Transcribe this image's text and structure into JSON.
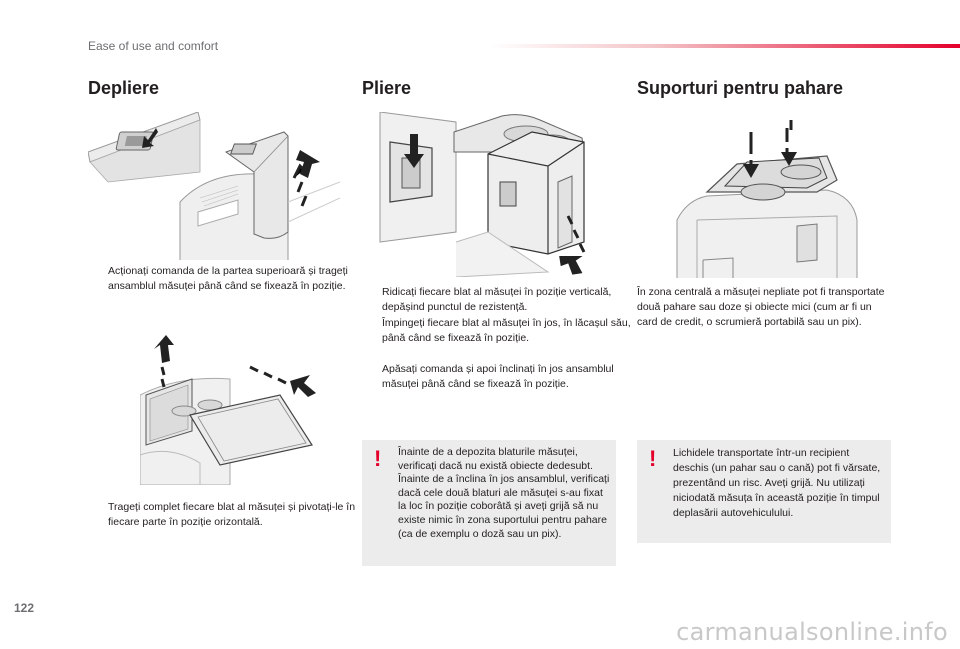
{
  "header": {
    "section_title": "Ease of use and comfort",
    "accent_color": "#e4002b"
  },
  "columns": [
    {
      "title": "Depliere",
      "steps": [
        {
          "marker": "",
          "text": "Acționați comanda de la partea superioară și trageți ansamblul măsuței până când se fixează în poziție."
        },
        {
          "marker": "",
          "text": "Trageți complet fiecare blat al măsuței și pivotați-le în fiecare parte în poziție orizontală."
        }
      ]
    },
    {
      "title": "Pliere",
      "steps": [
        {
          "marker": "",
          "text": "Ridicați fiecare blat al măsuței în poziție verticală, depășind punctul de rezistență."
        },
        {
          "marker": "",
          "text": "Împingeți fiecare blat al măsuței în jos, în lăcașul său, până când se fixează în poziție."
        },
        {
          "marker": "",
          "text": "Apăsați comanda și apoi înclinați în jos ansamblul măsuței până când se fixează în poziție."
        }
      ],
      "warning": {
        "icon": "!",
        "text": "Înainte de a depozita blaturile măsuței, verificați dacă nu există obiecte dedesubt. Înainte de a înclina în jos ansamblul, verificați dacă cele două blaturi ale măsuței s-au fixat la loc în poziție coborâtă și aveți grijă să nu existe nimic în zona suportului pentru pahare (ca de exemplu o doză sau un pix)."
      }
    },
    {
      "title": "Suporturi pentru pahare",
      "paragraph": "În zona centrală a măsuței nepliate pot fi transportate două pahare sau doze și obiecte mici (cum ar fi un card de credit, o scrumieră portabilă sau un pix).",
      "warning": {
        "icon": "!",
        "text": "Lichidele transportate într-un recipient deschis (un pahar sau o cană) pot fi vărsate, prezentând un risc. Aveți grijă. Nu utilizați niciodată măsuța în această poziție în timpul deplasării autovehiculului."
      }
    }
  ],
  "footer": {
    "page_number": "122",
    "watermark": "carmanualsonline.info"
  }
}
